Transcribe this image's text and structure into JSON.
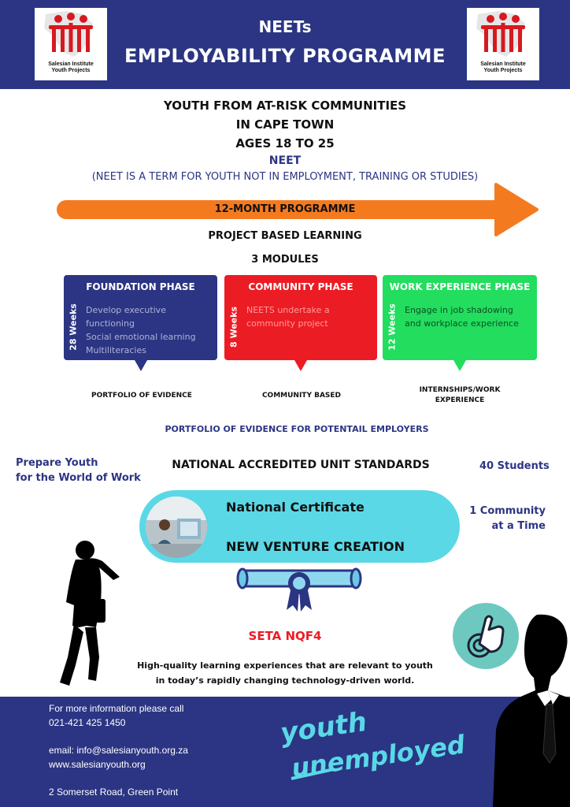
{
  "header": {
    "title_line1": "NEETs",
    "title_line2": "EMPLOYABILITY PROGRAMME",
    "logo": {
      "line1": "Salesian Institute",
      "line2": "Youth Projects"
    }
  },
  "audience": {
    "line1": "YOUTH FROM AT-RISK COMMUNITIES",
    "line2": "IN CAPE TOWN",
    "line3": "AGES 18 TO 25"
  },
  "neet": {
    "label": "NEET",
    "definition": "(NEET IS A TERM FOR YOUTH NOT IN EMPLOYMENT, TRAINING OR STUDIES)"
  },
  "programme": {
    "length_label": "12-MONTH PROGRAMME",
    "method": "PROJECT BASED LEARNING",
    "modules": "3 MODULES"
  },
  "phases": [
    {
      "title": "FOUNDATION PHASE",
      "weeks": "28 Weeks",
      "lines": [
        "Develop executive functioning",
        "Social emotional learning",
        "Multiliteracies"
      ],
      "outcome": "PORTFOLIO OF EVIDENCE"
    },
    {
      "title": "COMMUNITY PHASE",
      "weeks": "8 Weeks",
      "lines": [
        "NEETS undertake a",
        "community project"
      ],
      "outcome": "COMMUNITY BASED"
    },
    {
      "title": "WORK EXPERIENCE PHASE",
      "weeks": "12 Weeks",
      "lines": [
        "Engage in job shadowing",
        "and workplace experience"
      ],
      "outcome_line1": "INTERNSHIPS/WORK",
      "outcome_line2": "EXPERIENCE"
    }
  ],
  "portfolio_line": "PORTFOLIO OF EVIDENCE FOR POTENTAIL EMPLOYERS",
  "left_note": {
    "line1": "Prepare Youth",
    "line2": "for the World of Work"
  },
  "standards": "NATIONAL ACCREDITED UNIT STANDARDS",
  "right_note": {
    "students": "40 Students",
    "community_line1": "1 Community",
    "community_line2": "at a Time"
  },
  "certificate": {
    "line1": "National Certificate",
    "line2": "NEW VENTURE CREATION"
  },
  "seta": "SETA NQF4",
  "quality": {
    "line1": "High-quality learning experiences that are relevant to youth",
    "line2": "in today’s rapidly changing technology-driven world."
  },
  "footer": {
    "info": "For more information please call",
    "phone": "021-421 425 1450",
    "email": "email: info@salesianyouth.org.za",
    "website": "www.salesianyouth.org",
    "address": "2 Somerset Road, Green Point"
  },
  "brand": {
    "word1": "youth",
    "word2": "unemployed"
  },
  "icons": [
    "people-logo-icon",
    "africa-map-icon",
    "arrow-icon",
    "scroll-certificate-icon",
    "touch-hand-icon",
    "silhouette-woman-icon",
    "silhouette-man-icon"
  ],
  "colors": {
    "navy": "#2b3583",
    "red": "#ec1c24",
    "green": "#22dd5e",
    "orange": "#f47a20",
    "cyan": "#5ad8e6"
  }
}
